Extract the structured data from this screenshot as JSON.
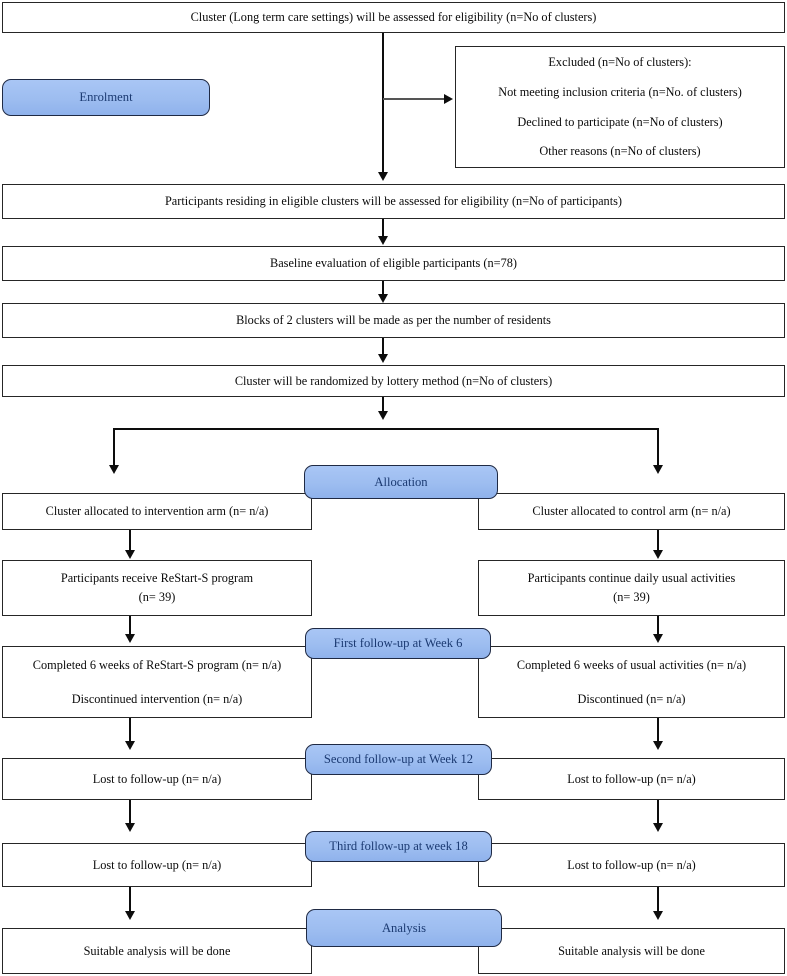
{
  "diagram": {
    "title": "CONSORT cluster randomised trial flow diagram",
    "accent_color": "#9dbdf0",
    "accent_text_color": "#1b3a72",
    "line_color": "#0d0d0d",
    "box_border_color": "#262626"
  },
  "stages": {
    "enrolment": "Enrolment",
    "allocation": "Allocation",
    "follow_up_1": "First follow-up at Week 6",
    "follow_up_2": "Second follow-up at Week 12",
    "follow_up_3": "Third follow-up at week 18",
    "analysis": "Analysis"
  },
  "enrolment": {
    "assessed_clusters": "Cluster (Long term care settings) will be assessed for eligibility (n=No of clusters)",
    "excluded": {
      "heading": "Excluded (n=No of clusters):",
      "reason_1": "Not meeting inclusion criteria (n=No. of clusters)",
      "reason_2": "Declined to participate (n=No of clusters)",
      "reason_3": "Other reasons (n=No of clusters)"
    },
    "assessed_participants": "Participants residing in eligible clusters will be assessed for eligibility (n=No of participants)",
    "baseline": "Baseline evaluation of eligible participants (n=78)",
    "blocks": "Blocks of 2 clusters will be made as per the number of residents",
    "randomisation": "Cluster will be randomized by lottery method  (n=No of clusters)"
  },
  "intervention_arm": {
    "allocated": "Cluster allocated to intervention arm (n= n/a)",
    "receive_line1": "Participants receive ReStart-S program",
    "receive_line2": "(n= 39)",
    "week6_line1": "Completed 6 weeks of ReStart-S program (n= n/a)",
    "week6_line2": "Discontinued intervention (n= n/a)",
    "week12": "Lost to follow-up (n= n/a)",
    "week18": "Lost to follow-up (n= n/a)",
    "analysis": "Suitable analysis will be done"
  },
  "control_arm": {
    "allocated": "Cluster allocated to control arm (n= n/a)",
    "receive_line1": "Participants continue daily usual activities",
    "receive_line2": "(n= 39)",
    "week6_line1": "Completed 6 weeks of usual activities (n= n/a)",
    "week6_line2": "Discontinued (n= n/a)",
    "week12": "Lost to follow-up (n= n/a)",
    "week18": "Lost to follow-up (n= n/a)",
    "analysis": "Suitable analysis will be done"
  }
}
